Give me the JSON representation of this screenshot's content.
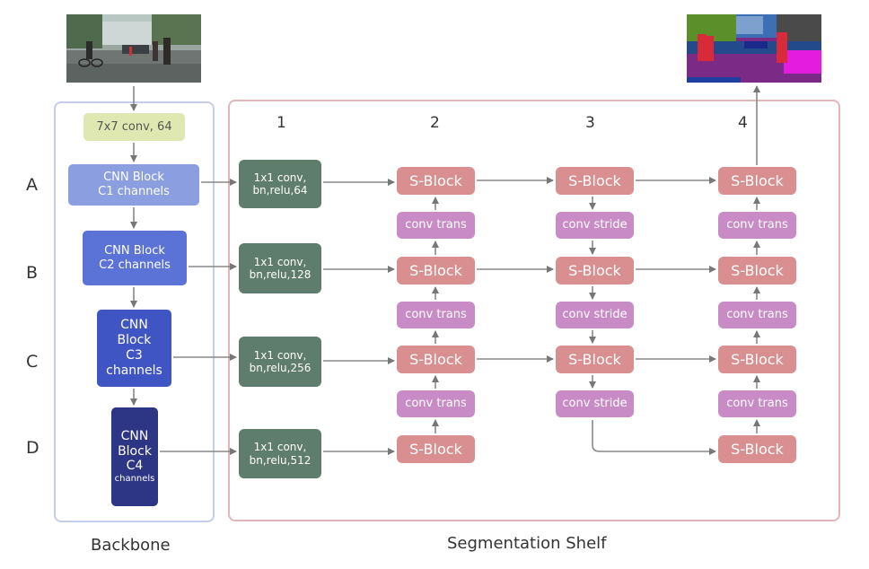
{
  "rows": [
    "A",
    "B",
    "C",
    "D"
  ],
  "columns": [
    "1",
    "2",
    "3",
    "4"
  ],
  "backbone": {
    "caption": "Backbone",
    "first_conv": "7x7 conv, 64",
    "blocks": [
      "CNN Block\nC1 channels",
      "CNN Block\nC2 channels",
      "CNN\nBlock\nC3\nchannels",
      "CNN\nBlock\nC4\nchannels"
    ]
  },
  "shelf": {
    "caption": "Segmentation Shelf",
    "conv1x1": [
      "1x1 conv,\nbn,relu,64",
      "1x1 conv,\nbn,relu,128",
      "1x1 conv,\nbn,relu,256",
      "1x1 conv,\nbn,relu,512"
    ],
    "s_block": "S-Block",
    "conv_trans": "conv trans",
    "conv_stride": "conv stride"
  },
  "colors": {
    "cnn_block_1": "#8b9fe0",
    "cnn_block_2": "#5b72d6",
    "cnn_block_3": "#3f55c4",
    "cnn_block_4": "#2d3585",
    "s_block": "#d98e8f",
    "conv_trans": "#c98bc6",
    "conv1x1": "#5f7d6c",
    "conv7x7": "#dfe8b0"
  },
  "images": {
    "input": "street-scene-photo",
    "output": "segmentation-map"
  }
}
